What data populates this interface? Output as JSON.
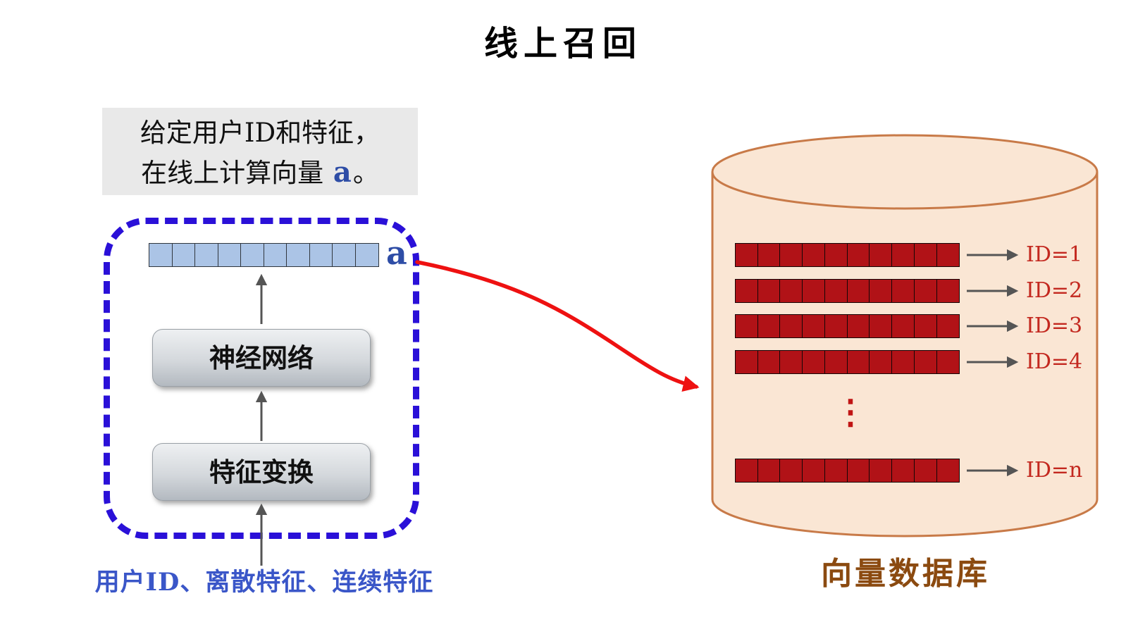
{
  "title": "线上召回",
  "note": {
    "line1": "给定用户ID和特征，",
    "line2_prefix": "在线上计算向量 ",
    "vector_symbol": "a",
    "line2_suffix": "。"
  },
  "encoder": {
    "output_vector_label": "a",
    "cells": 10,
    "neural_network_label": "神经网络",
    "feature_transform_label": "特征变换",
    "inputs_label": "用户ID、离散特征、连续特征"
  },
  "database": {
    "title": "向量数据库",
    "cells_per_vector": 10,
    "ellipsis": "⋮",
    "rows": [
      {
        "label": "ID=1"
      },
      {
        "label": "ID=2"
      },
      {
        "label": "ID=3"
      },
      {
        "label": "ID=4"
      },
      {
        "label": "ID=n"
      }
    ]
  },
  "colors": {
    "dashed_boundary": "#2a10d8",
    "query_vector_fill": "#abc4e6",
    "db_vector_fill": "#b11217",
    "red_arrow": "#ee1111",
    "gray_arrow": "#555555",
    "cylinder_fill": "#fae6d4",
    "cylinder_stroke": "#c87a48",
    "id_label_color": "#c3281f",
    "inputs_text_color": "#3a56c8",
    "db_title_color": "#8b4a10",
    "note_background": "#e9e9e9"
  }
}
